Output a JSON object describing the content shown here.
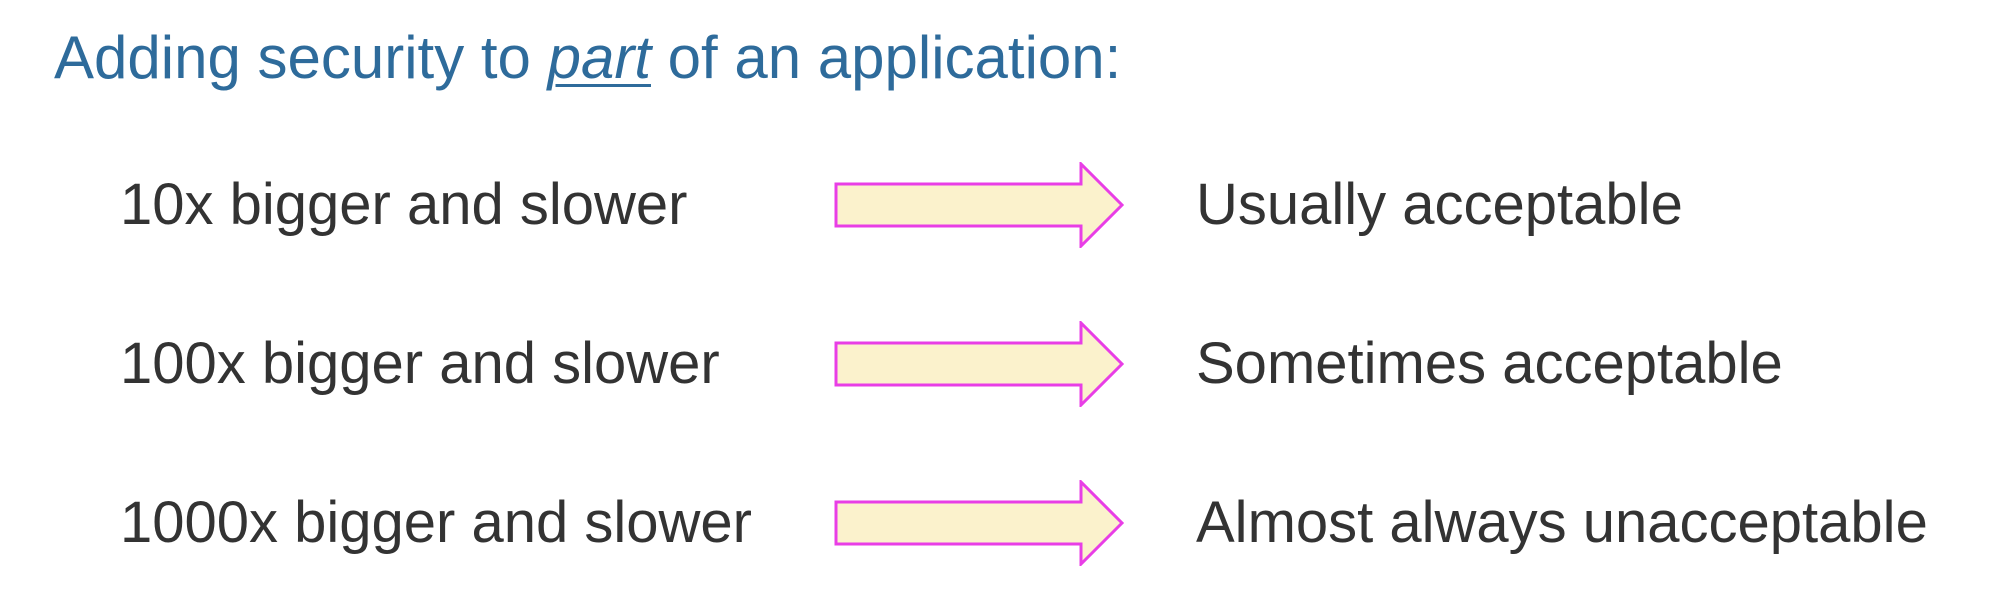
{
  "heading": {
    "before": "Adding security to ",
    "emphasis": "part",
    "after": " of an application:"
  },
  "rows": [
    {
      "cause": "10x bigger and slower",
      "effect": "Usually acceptable"
    },
    {
      "cause": "100x bigger and slower",
      "effect": "Sometimes acceptable"
    },
    {
      "cause": "1000x bigger and slower",
      "effect": "Almost always unacceptable"
    }
  ],
  "colors": {
    "heading": "#2e6b9b",
    "body_text": "#333333",
    "arrow_fill": "#fbf2cc",
    "arrow_stroke": "#e83ee6"
  },
  "icons": {
    "connector": "right-arrow-icon"
  }
}
